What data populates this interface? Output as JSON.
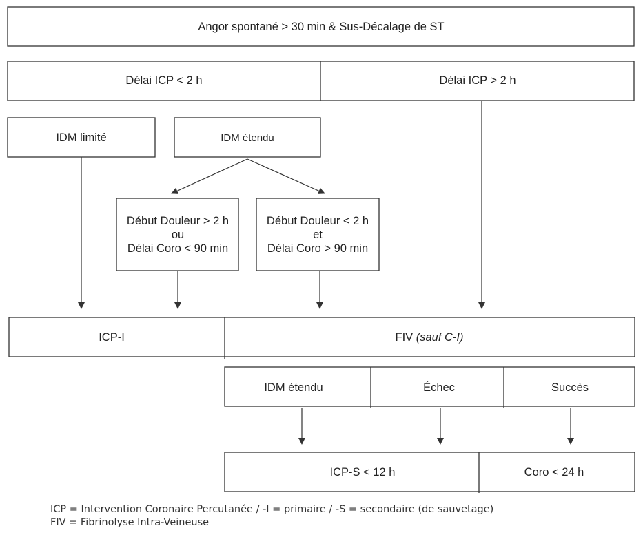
{
  "diagram": {
    "top": {
      "title": "Angor spontané > 30 min & Sus-Décalage de ST"
    },
    "delai": {
      "left": "Délai ICP < 2 h",
      "right": "Délai ICP > 2 h"
    },
    "idm": {
      "limite": "IDM limité",
      "etendu": "IDM étendu"
    },
    "debut_a": {
      "line1": "Début Douleur > 2 h",
      "line2": "ou",
      "line3": "Délai Coro < 90 min"
    },
    "debut_b": {
      "line1": "Début Douleur < 2 h",
      "line2": "et",
      "line3": "Délai Coro > 90 min"
    },
    "treatment": {
      "icp_i": "ICP-I",
      "fiv": "FIV",
      "fiv_note": "(sauf C-I)"
    },
    "outcomes": {
      "idm_etendu": "IDM étendu",
      "echec": "Échec",
      "succes": "Succès"
    },
    "final": {
      "icp_s": "ICP-S < 12 h",
      "coro": "Coro < 24 h"
    }
  },
  "legend": {
    "line1": "ICP = Intervention Coronaire Percutanée / -I = primaire / -S = secondaire (de sauvetage)",
    "line2": "FIV = Fibrinolyse Intra-Veineuse"
  }
}
